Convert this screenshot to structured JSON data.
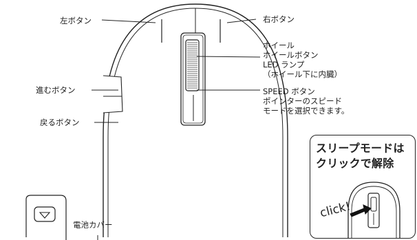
{
  "labels": {
    "left_button": "左ボタン",
    "right_button": "右ボタン",
    "wheel": "ホイール",
    "wheel_button": "ホイールボタン",
    "led_lamp": "LED ランプ",
    "led_note": "（ホイール下に内臓）",
    "forward_button": "進むボタン",
    "back_button": "戻るボタン",
    "speed_button": "SPEED ボタン",
    "speed_desc_1": "ポインターのスピード",
    "speed_desc_2": "モードを選択できます。",
    "battery_cover": "電池カバー"
  },
  "inset": {
    "title_line1": "スリープモードは",
    "title_line2": "クリックで解除",
    "click_text": "click!"
  },
  "colors": {
    "line": "#222222",
    "background": "#ffffff"
  }
}
